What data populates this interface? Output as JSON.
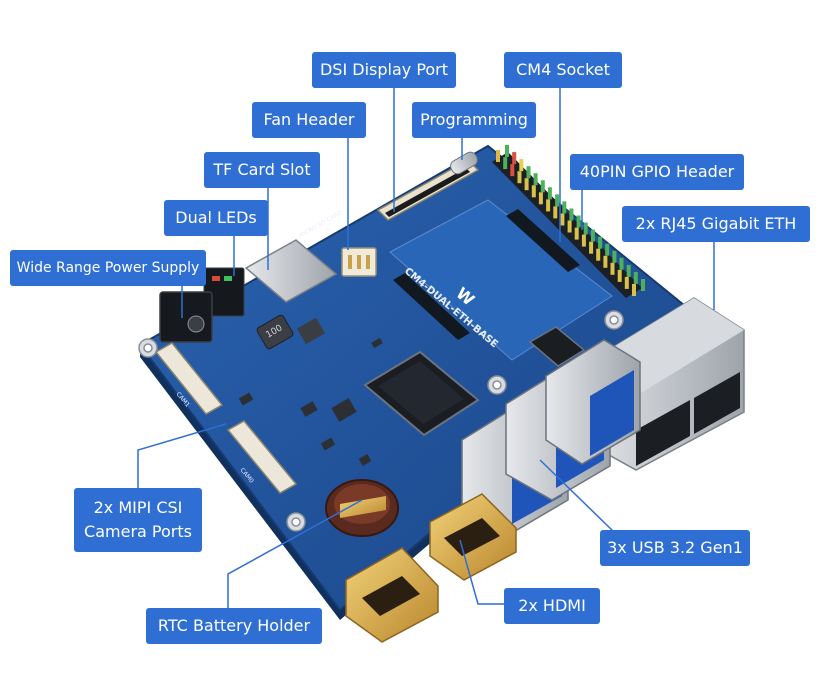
{
  "labels": {
    "dsi_display_port": "DSI Display Port",
    "cm4_socket": "CM4 Socket",
    "fan_header": "Fan Header",
    "programming": "Programming",
    "tf_card_slot": "TF Card Slot",
    "gpio_header": "40PIN GPIO Header",
    "dual_leds": "Dual LEDs",
    "rj45_eth": "2x RJ45 Gigabit ETH",
    "power_supply": "Wide Range Power Supply",
    "mipi_csi_line1": "2x MIPI CSI",
    "mipi_csi_line2": "Camera Ports",
    "usb": "3x USB 3.2 Gen1",
    "hdmi": "2x HDMI",
    "rtc_battery": "RTC Battery Holder"
  },
  "board_print": {
    "model": "CM4-DUAL-ETH-BASE",
    "tf_label": "MICRO SD CARD",
    "cam0": "CAM0",
    "cam1": "CAM1",
    "inductor": "100"
  },
  "colors": {
    "callout": "#2f6fd3",
    "leader_line": "#2f6fd3",
    "pcb": "#1f4f93",
    "pcb_edge": "#163a70",
    "gold": "#d6a640",
    "metal": "#c9cdd2"
  }
}
